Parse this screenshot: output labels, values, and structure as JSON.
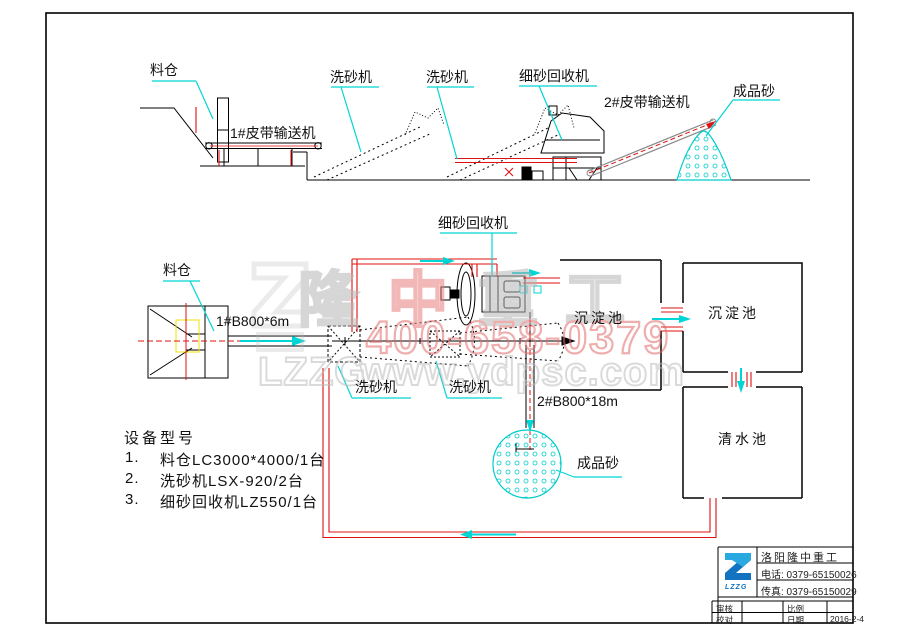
{
  "elevation": {
    "silo": "料仓",
    "conveyor1": "1#皮带输送机",
    "washer1": "洗砂机",
    "washer2": "洗砂机",
    "recycler": "细砂回收机",
    "conveyor2": "2#皮带输送机",
    "finished_sand": "成品砂"
  },
  "plan": {
    "silo": "料仓",
    "conveyor1_spec": "1#B800*6m",
    "washer1": "洗砂机",
    "washer2": "洗砂机",
    "recycler": "细砂回收机",
    "pool1": "沉淀池",
    "pool2": "沉淀池",
    "pool3": "清水池",
    "conveyor2_spec": "2#B800*18m",
    "finished_sand": "成品砂"
  },
  "equipment_list": {
    "title": "设备型号",
    "items": [
      {
        "no": "1.",
        "text": "料仓LC3000*4000/1台"
      },
      {
        "no": "2.",
        "text": "洗砂机LSX-920/2台"
      },
      {
        "no": "3.",
        "text": "细砂回收机LZ550/1台"
      }
    ]
  },
  "title_block": {
    "logo": "LZZG",
    "company": "洛阳隆中重工",
    "phone": "电话: 0379-65150026",
    "fax": "传真: 0379-65150029",
    "review_label": "审核",
    "scale_label": "比例",
    "check_label": "校对",
    "date_label": "日期",
    "date_value": "2016-2-4"
  },
  "watermark": {
    "char1": "隆",
    "char2": "中",
    "char3": "重",
    "char4": "工",
    "phone": "400-658-0379",
    "brand": "LZZG",
    "website": "www.ydpsc.com"
  },
  "colors": {
    "leader_cyan": "#00d5d5",
    "pipe_red": "#e01010",
    "highlight_yellow": "#f0e000",
    "watermark_gray": "#b5b5b5",
    "watermark_red": "#e36d6d",
    "logo_blue": "#1273c0"
  }
}
